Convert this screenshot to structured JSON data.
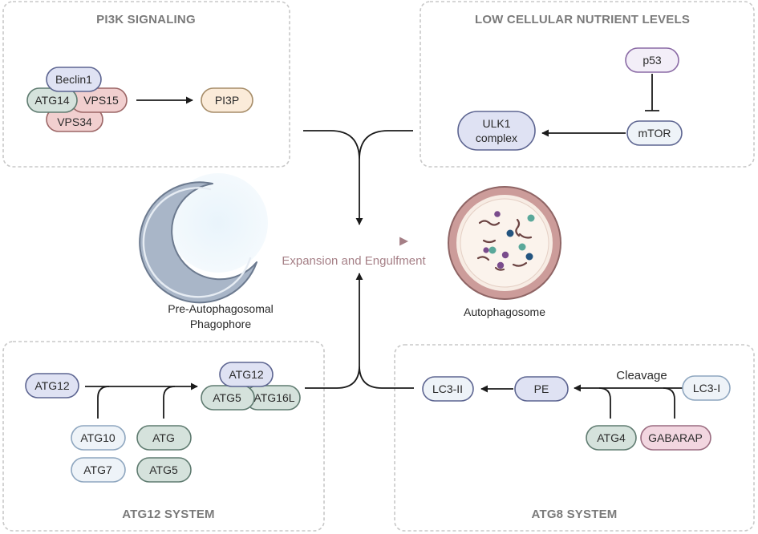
{
  "colors": {
    "panel_border": "#c8c8c8",
    "arrow": "#1b1b1b",
    "flow_arrow": "#a57f86",
    "lavender": {
      "fill": "#dfe2f3",
      "stroke": "#5d6591"
    },
    "rose": {
      "fill": "#f1cfcf",
      "stroke": "#9c6666"
    },
    "sage": {
      "fill": "#d5e2dc",
      "stroke": "#5f7b70"
    },
    "cream": {
      "fill": "#fbebd9",
      "stroke": "#a68c68"
    },
    "purple": {
      "fill": "#f3eef8",
      "stroke": "#8a6aa5"
    },
    "light_blue": {
      "fill": "#eef3f8",
      "stroke": "#8ea6bf"
    },
    "pink": {
      "fill": "#f2d6e0",
      "stroke": "#9a6c80"
    }
  },
  "panels": {
    "pi3k": {
      "title": "PI3K SIGNALING"
    },
    "nutrient": {
      "title": "LOW CELLULAR NUTRIENT LEVELS"
    },
    "atg12": {
      "title": "ATG12 SYSTEM"
    },
    "atg8": {
      "title": "ATG8 SYSTEM"
    }
  },
  "pi3k": {
    "beclin1": "Beclin1",
    "atg14": "ATG14",
    "vps15": "VPS15",
    "vps34": "VPS34",
    "pi3p": "PI3P"
  },
  "nutrient": {
    "p53": "p53",
    "mtor": "mTOR",
    "ulk1_line1": "ULK1",
    "ulk1_line2": "complex"
  },
  "center": {
    "phagophore_line1": "Pre-Autophagosomal",
    "phagophore_line2": "Phagophore",
    "flow_label": "Expansion and Engulfment",
    "autophagosome": "Autophagosome"
  },
  "atg12_system": {
    "atg12_input": "ATG12",
    "atg10": "ATG10",
    "atg7": "ATG7",
    "atg": "ATG",
    "atg5": "ATG5",
    "complex_atg12": "ATG12",
    "complex_atg5": "ATG5",
    "complex_atg16l": "ATG16L"
  },
  "atg8_system": {
    "lc3_ii": "LC3-II",
    "pe": "PE",
    "cleavage": "Cleavage",
    "lc3_i": "LC3-I",
    "atg4": "ATG4",
    "gabarap": "GABARAP"
  }
}
